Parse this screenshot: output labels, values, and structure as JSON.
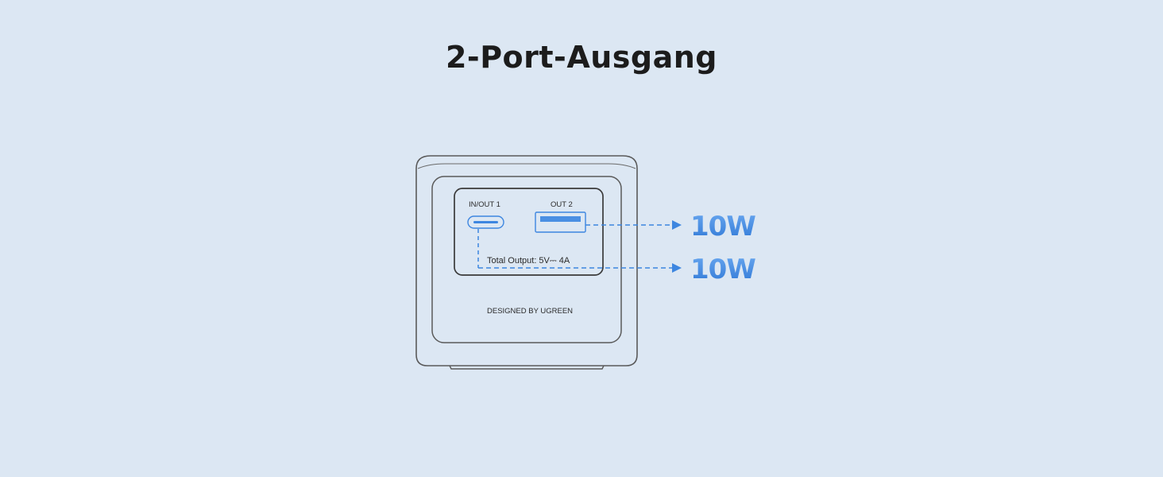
{
  "title": "2-Port-Ausgang",
  "device": {
    "port1_label": "IN/OUT 1",
    "port2_label": "OUT 2",
    "total_output_label": "Total Output: 5V⎓ 4A",
    "brand_label": "DESIGNED BY UGREEN"
  },
  "outputs": {
    "port2_power": "10W",
    "port1_power": "10W"
  },
  "colors": {
    "background": "#dce7f3",
    "accent": "#3d86e0",
    "outline": "#5a5a5a"
  }
}
